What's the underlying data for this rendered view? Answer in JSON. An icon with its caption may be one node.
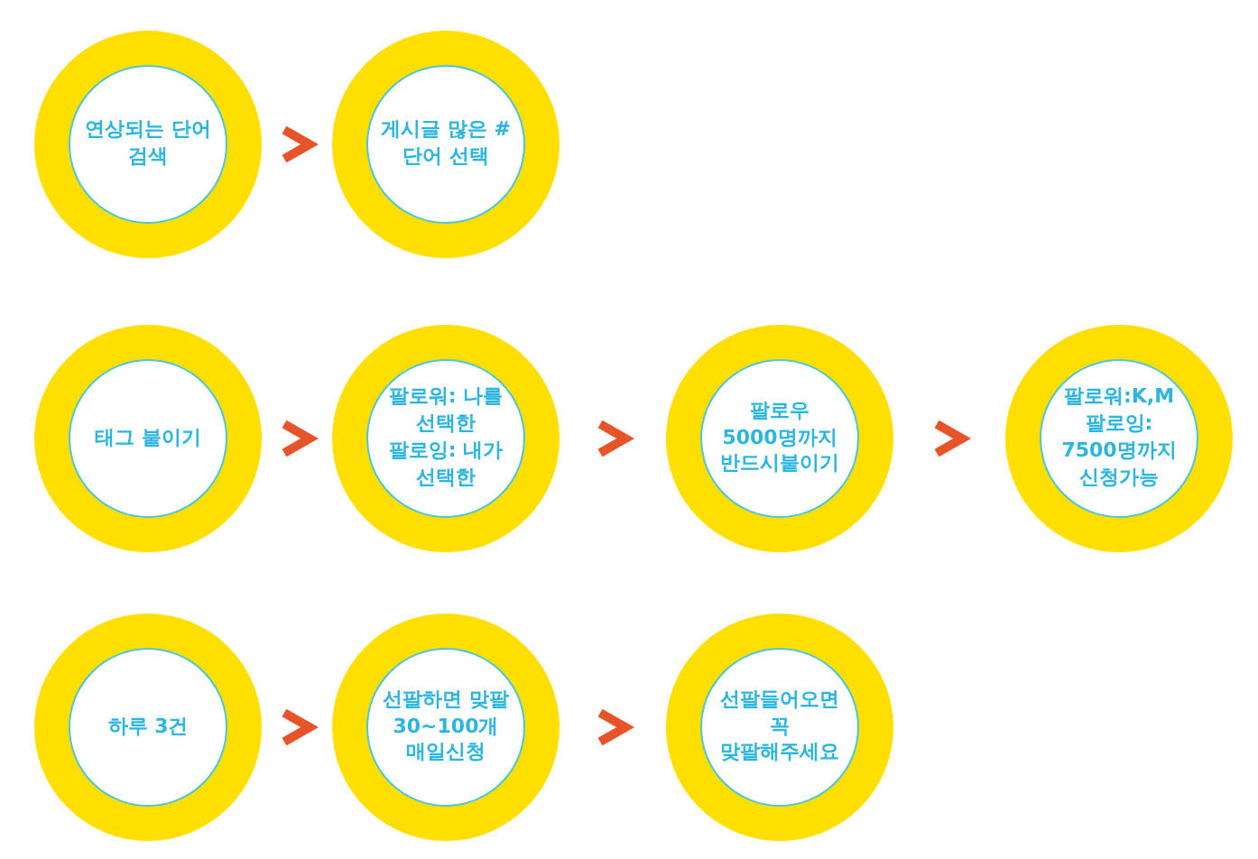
{
  "diagram": {
    "nodes": [
      {
        "text": [
          "연상되는 단어 검색"
        ]
      },
      {
        "text": [
          "게시글 많은 #단어 선택"
        ]
      },
      {
        "text": [
          "태그 붙이기"
        ]
      },
      {
        "text": [
          "팔로워: 나를 선택한 팔로잉: 내가 선택한"
        ]
      },
      {
        "text": [
          "팔로우 5000명까지 반드시붙이기"
        ]
      },
      {
        "text": [
          "팔로워:K,M 팔로잉: 7500명까지 신청가능"
        ]
      },
      {
        "text": [
          "하루 3건"
        ]
      },
      {
        "text": [
          "선팔하면 맞팔 30~100개 매일신청"
        ]
      },
      {
        "text": [
          "선팔들어오면 꼭 맞팔해주세요"
        ]
      }
    ],
    "edges": [
      {
        "from": 0,
        "to": 1,
        "arrow": "to"
      },
      {
        "from": 2,
        "to": 3,
        "arrow": "to"
      },
      {
        "from": 3,
        "to": 4,
        "arrow": "to"
      },
      {
        "from": 4,
        "to": 5,
        "arrow": "to"
      },
      {
        "from": 6,
        "to": 7,
        "arrow": "to"
      },
      {
        "from": 7,
        "to": 8,
        "arrow": "to"
      }
    ]
  }
}
